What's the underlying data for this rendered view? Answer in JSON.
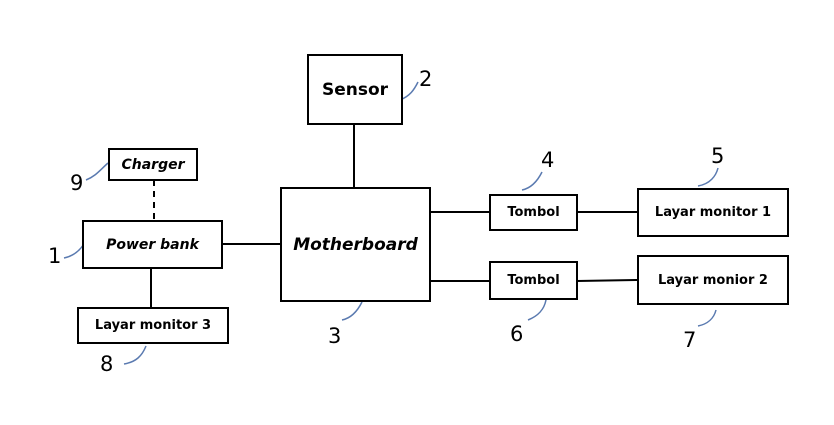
{
  "blocks": {
    "sensor": "Sensor",
    "charger": "Charger",
    "power_bank": "Power bank",
    "motherboard": "Motherboard",
    "tombol_1": "Tombol",
    "tombol_2": "Tombol",
    "layar_monitor_1": "Layar monitor 1",
    "layar_monitor_2": "Layar monior 2",
    "layar_monitor_3": "Layar monitor 3"
  },
  "labels": {
    "n1": "1",
    "n2": "2",
    "n3": "3",
    "n4": "4",
    "n5": "5",
    "n6": "6",
    "n7": "7",
    "n8": "8",
    "n9": "9"
  },
  "colors": {
    "line": "#000000",
    "leader": "#5a7ab0"
  }
}
